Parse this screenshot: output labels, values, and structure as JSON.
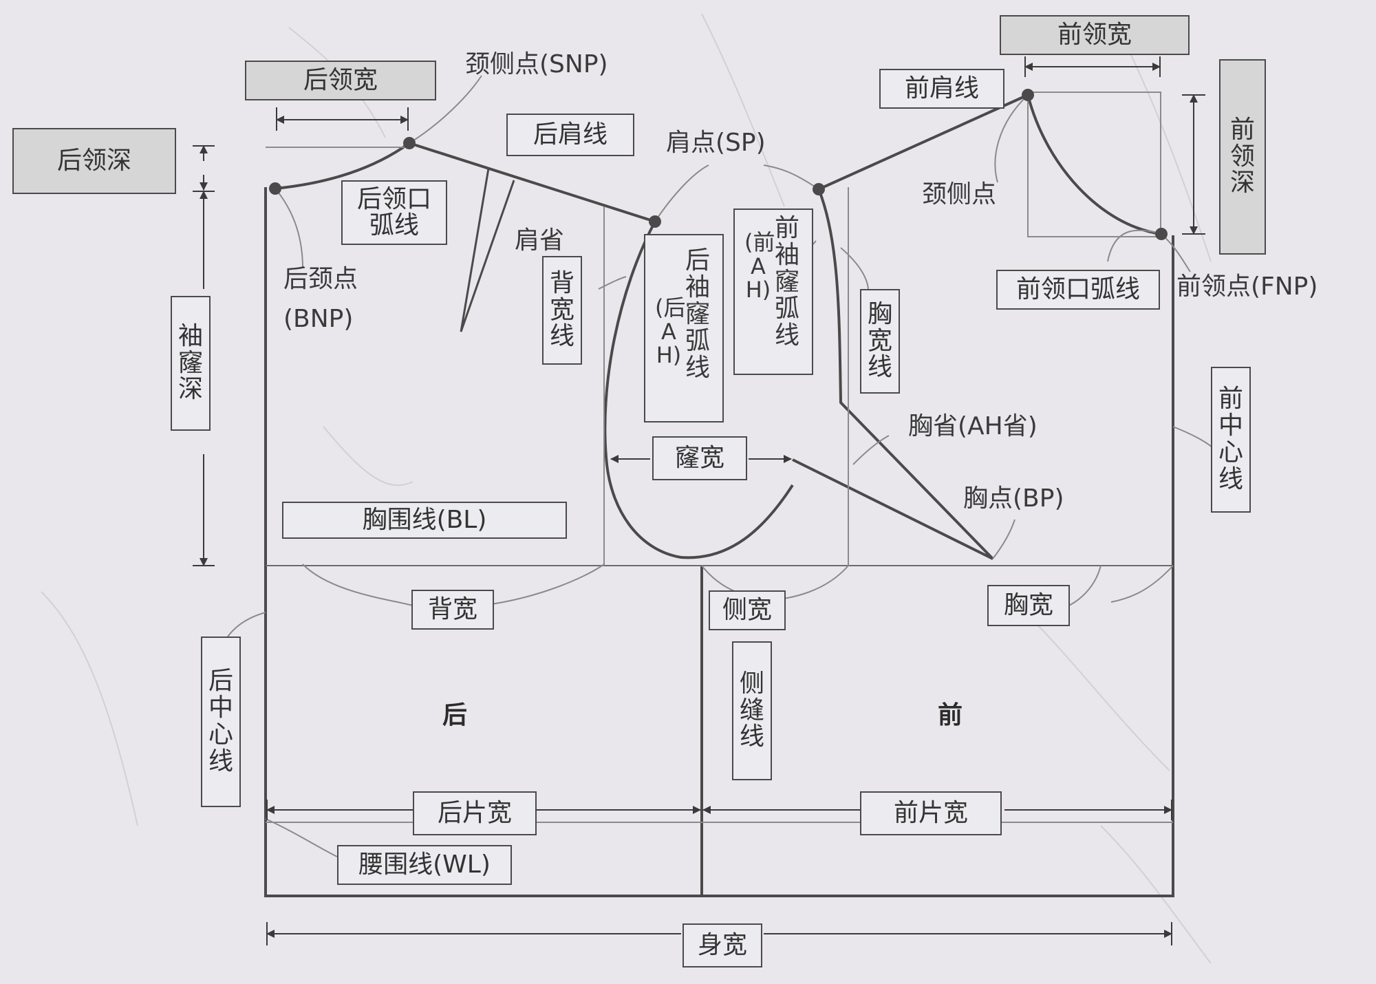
{
  "labels": {
    "back_neck_width": "后领宽",
    "back_neck_depth": "后领深",
    "snp": "颈侧点(SNP)",
    "back_shoulder_line": "后肩线",
    "shoulder_point": "肩点(SP)",
    "back_neckline": "后领口弧线",
    "shoulder_dart": "肩省",
    "back_width_line": "背宽线",
    "bnp_cn": "后颈点",
    "bnp_en": "(BNP)",
    "armhole_depth": "袖窿深",
    "back_armhole": "后袖窿弧线",
    "back_ah": "(后AH)",
    "front_armhole": "前袖窿弧线",
    "front_ah": "(前AH)",
    "front_shoulder_line": "前肩线",
    "front_neck_width": "前领宽",
    "front_neck_depth": "前领深",
    "neck_side_point": "颈侧点",
    "front_neckline": "前领口弧线",
    "fnp": "前领点(FNP)",
    "chest_width_line": "胸宽线",
    "front_center_line": "前中心线",
    "bust_dart": "胸省(AH省)",
    "bust_point": "胸点(BP)",
    "armhole_width": "窿宽",
    "bust_line": "胸围线(BL)",
    "back_width": "背宽",
    "side_width": "侧宽",
    "chest_width": "胸宽",
    "back_center_line": "后中心线",
    "side_seam": "侧缝线",
    "back": "后",
    "front": "前",
    "back_panel_width": "后片宽",
    "front_panel_width": "前片宽",
    "waist_line": "腰围线(WL)",
    "body_width": "身宽"
  },
  "colors": {
    "outline": "#4a4a4a",
    "thin": "#8a8a8a",
    "background": "#e9e7ec"
  }
}
